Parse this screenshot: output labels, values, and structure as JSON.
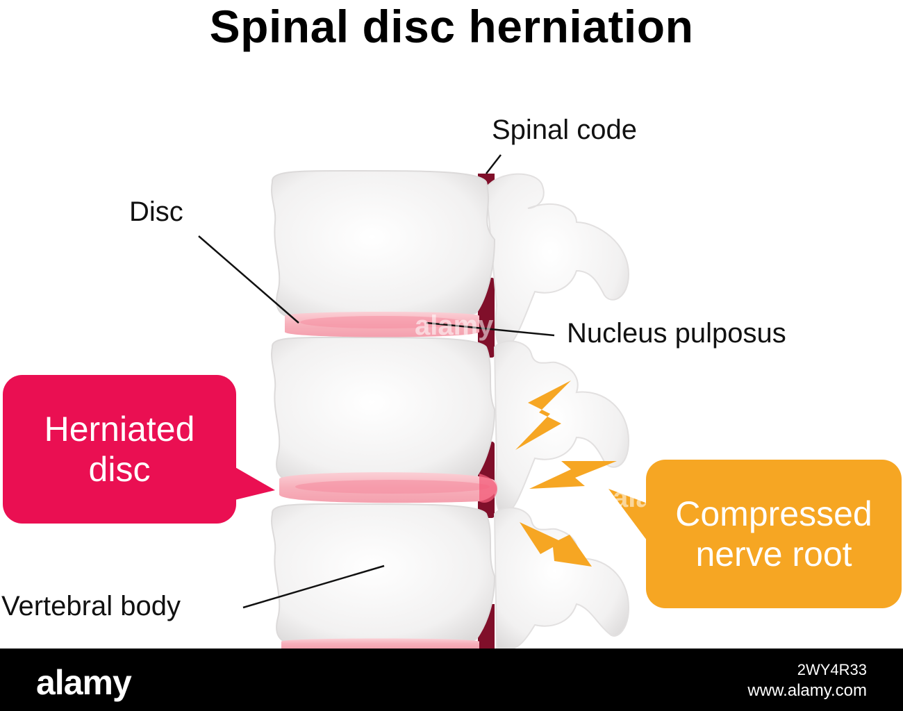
{
  "title": "Spinal disc herniation",
  "labels": {
    "spinal_code": "Spinal code",
    "disc": "Disc",
    "nucleus_pulposus": "Nucleus pulposus",
    "vertebral_body": "Vertebral body"
  },
  "callouts": {
    "herniated": {
      "line1": "Herniated",
      "line2": "disc",
      "color": "#ea0f52"
    },
    "compressed": {
      "line1": "Compressed",
      "line2": "nerve root",
      "color": "#f6a623"
    }
  },
  "colors": {
    "bone": "#f1f0f0",
    "disc": "#f7b3bd",
    "nucleus": "#f58ea0",
    "spinal_cord": "#800f2a",
    "lightning": "#f6a623"
  },
  "watermark": {
    "logo": "alamy",
    "image_id": "2WY4R33",
    "url": "www.alamy.com"
  }
}
